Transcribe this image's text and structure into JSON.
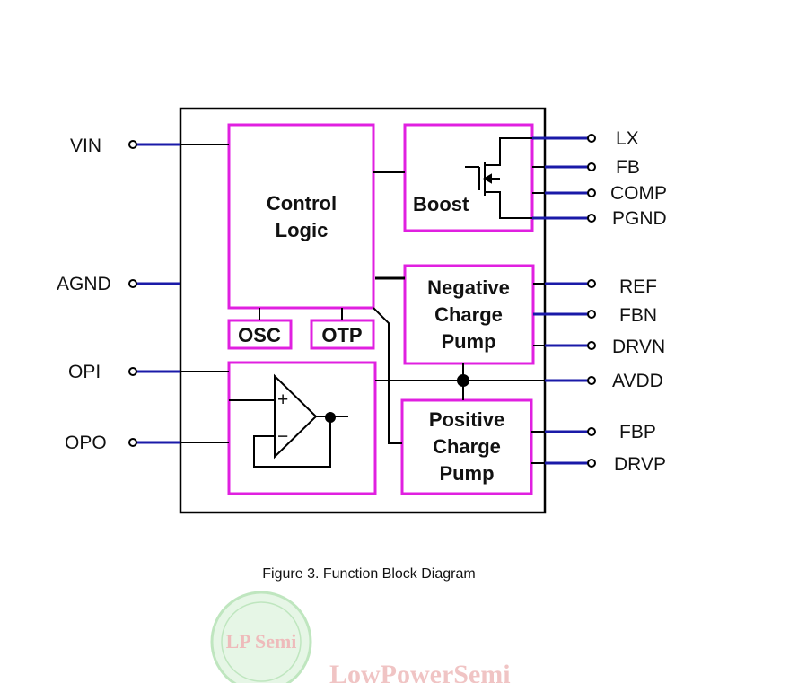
{
  "caption": "Figure 3. Function Block Diagram",
  "pins_left": {
    "vin": "VIN",
    "agnd": "AGND",
    "opi": "OPI",
    "opo": "OPO"
  },
  "pins_right": {
    "lx": "LX",
    "fb": "FB",
    "comp": "COMP",
    "pgnd": "PGND",
    "ref": "REF",
    "fbn": "FBN",
    "drvn": "DRVN",
    "avdd": "AVDD",
    "fbp": "FBP",
    "drvp": "DRVP"
  },
  "blocks": {
    "control_line1": "Control",
    "control_line2": "Logic",
    "boost": "Boost",
    "osc": "OSC",
    "otp": "OTP",
    "neg_line1": "Negative",
    "neg_line2": "Charge",
    "neg_line3": "Pump",
    "pos_line1": "Positive",
    "pos_line2": "Charge",
    "pos_line3": "Pump",
    "opamp_plus": "+",
    "opamp_minus": "−"
  },
  "watermark": {
    "seal": "LP Semi",
    "brand": "LowPowerSemi"
  },
  "colors": {
    "block_border": "#e020e0",
    "pin_wire": "#1a1aa8",
    "wire": "#000000",
    "watermark_green": "#4ab84a",
    "watermark_red": "#d04040"
  }
}
